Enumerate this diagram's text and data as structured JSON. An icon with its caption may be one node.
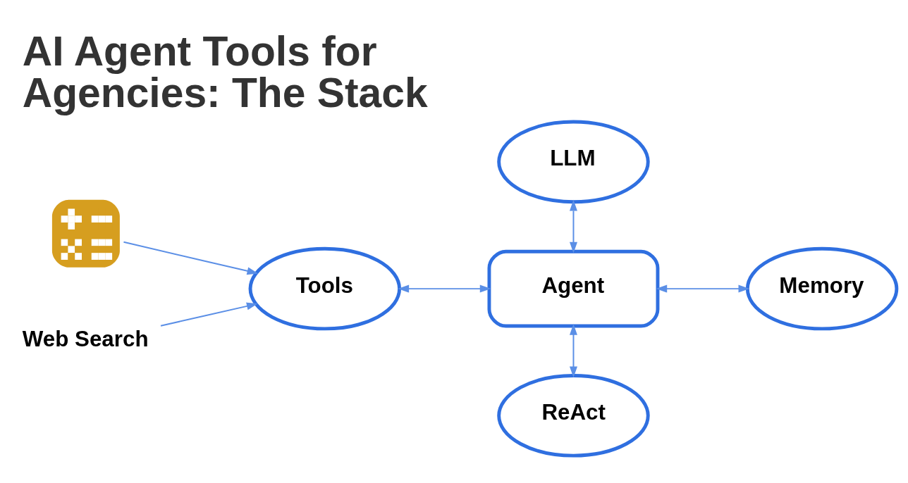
{
  "diagram": {
    "title": "AI Agent Tools for Agencies: The Stack",
    "nodes": [
      {
        "text": [
          "LLM"
        ]
      },
      {
        "text": [],
        "shape": "picture"
      },
      {
        "text": [
          "Tools"
        ]
      },
      {
        "text": [
          "Agent"
        ]
      },
      {
        "text": [
          "Memory"
        ]
      },
      {
        "text": [
          "Web Search"
        ]
      },
      {
        "text": [
          "ReAct"
        ]
      }
    ],
    "edges": [
      {
        "from": 1,
        "to": 2,
        "arrow": "to"
      },
      {
        "from": 5,
        "to": 2,
        "arrow": "to"
      },
      {
        "from": 2,
        "to": 3,
        "arrow": "both"
      },
      {
        "from": 0,
        "to": 3,
        "arrow": "both"
      },
      {
        "from": 3,
        "to": 4,
        "arrow": "both"
      },
      {
        "from": 3,
        "to": 6,
        "arrow": "both"
      }
    ]
  }
}
